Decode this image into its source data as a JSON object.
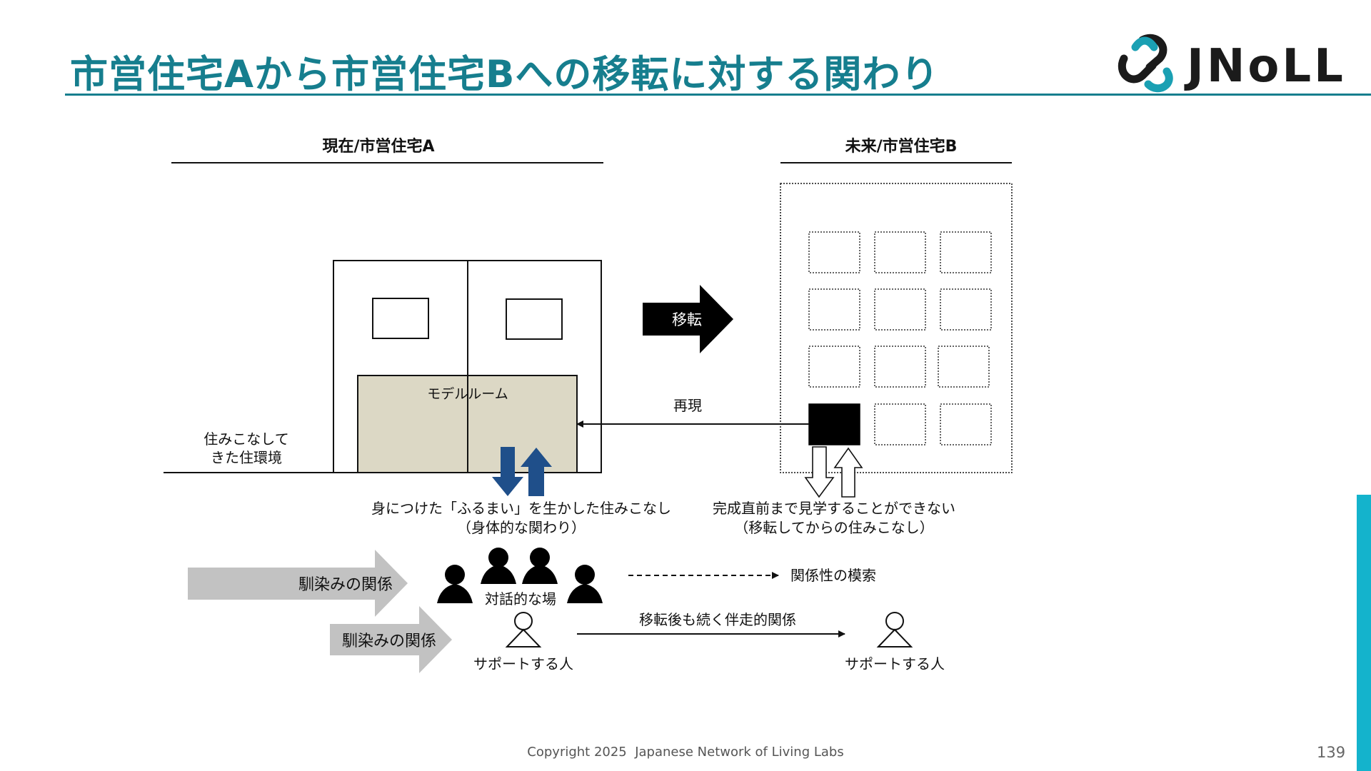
{
  "title": "市営住宅Aから市営住宅Bへの移転に対する関わり",
  "logo": {
    "text": "JNoLL"
  },
  "colors": {
    "accent": "#167e8e",
    "side_bar": "#14b3cc",
    "model_room": "#dcd8c5",
    "arrow_blue": "#1f4f8a",
    "arrow_gray": "#c2c2c2"
  },
  "diagram": {
    "current_header": "現在/市営住宅A",
    "future_header": "未来/市営住宅B",
    "move_label": "移転",
    "model_room_label": "モデルルーム",
    "reproduce_label": "再現",
    "lived_env_line1": "住みこなして",
    "lived_env_line2": "きた住環境",
    "body_line1": "身につけた「ふるまい」を生かした住みこなし",
    "body_line2": "（身体的な関わり）",
    "visit_line1": "完成直前まで見学することができない",
    "visit_line2": "（移転してからの住みこなし）",
    "familiar_1": "馴染みの関係",
    "familiar_2": "馴染みの関係",
    "dialogue_label": "対話的な場",
    "explore_label": "関係性の模索",
    "support_left": "サポートする人",
    "support_right": "サポートする人",
    "continue_label": "移転後も続く伴走的関係"
  },
  "footer": "Copyright 2025  Japanese Network of Living Labs",
  "page_number": "139"
}
